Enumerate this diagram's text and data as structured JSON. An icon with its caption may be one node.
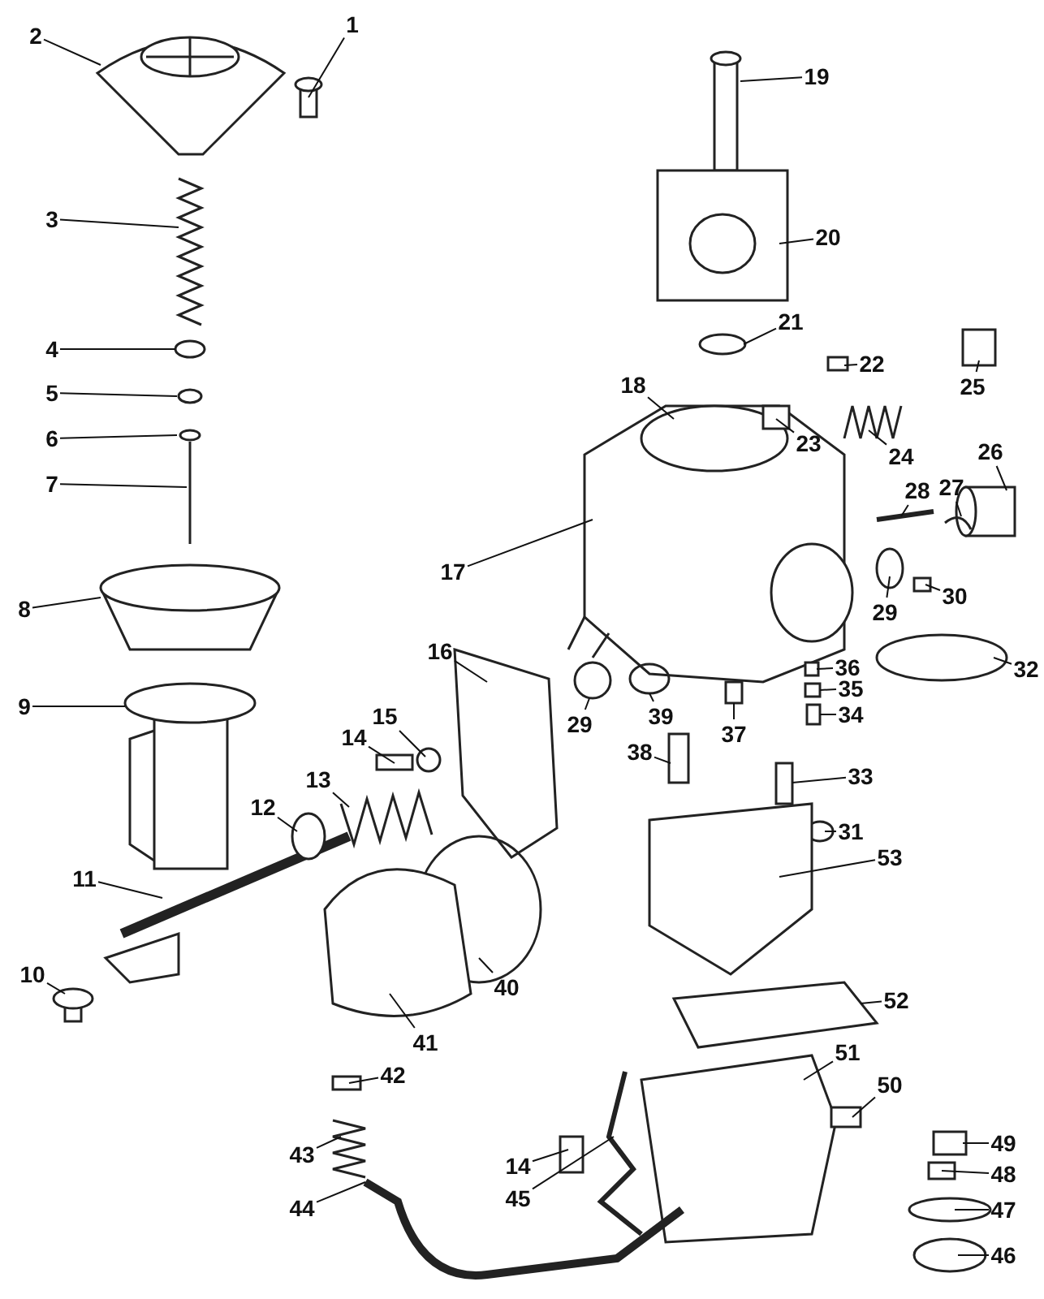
{
  "diagram": {
    "nodes": [
      {
        "text": [
          "1"
        ]
      },
      {
        "text": [
          "2"
        ]
      },
      {
        "text": [
          "3"
        ]
      },
      {
        "text": [
          "4"
        ]
      },
      {
        "text": [
          "5"
        ]
      },
      {
        "text": [
          "6"
        ]
      },
      {
        "text": [
          "7"
        ]
      },
      {
        "text": [
          "8"
        ]
      },
      {
        "text": [
          "9"
        ]
      },
      {
        "text": [
          "10"
        ]
      },
      {
        "text": [
          "11"
        ]
      },
      {
        "text": [
          "12"
        ]
      },
      {
        "text": [
          "13"
        ]
      },
      {
        "text": [
          "14"
        ]
      },
      {
        "text": [
          "14"
        ]
      },
      {
        "text": [
          "15"
        ]
      },
      {
        "text": [
          "16"
        ]
      },
      {
        "text": [
          "17"
        ]
      },
      {
        "text": [
          "18"
        ]
      },
      {
        "text": [
          "19"
        ]
      },
      {
        "text": [
          "20"
        ]
      },
      {
        "text": [
          "21"
        ]
      },
      {
        "text": [
          "22"
        ]
      },
      {
        "text": [
          "23"
        ]
      },
      {
        "text": [
          "24"
        ]
      },
      {
        "text": [
          "25"
        ]
      },
      {
        "text": [
          "26"
        ]
      },
      {
        "text": [
          "27"
        ]
      },
      {
        "text": [
          "28"
        ]
      },
      {
        "text": [
          "29"
        ]
      },
      {
        "text": [
          "29"
        ]
      },
      {
        "text": [
          "30"
        ]
      },
      {
        "text": [
          "31"
        ]
      },
      {
        "text": [
          "32"
        ]
      },
      {
        "text": [
          "33"
        ]
      },
      {
        "text": [
          "34"
        ]
      },
      {
        "text": [
          "35"
        ]
      },
      {
        "text": [
          "36"
        ]
      },
      {
        "text": [
          "37"
        ]
      },
      {
        "text": [
          "38"
        ]
      },
      {
        "text": [
          "39"
        ]
      },
      {
        "text": [
          "40"
        ]
      },
      {
        "text": [
          "41"
        ]
      },
      {
        "text": [
          "42"
        ]
      },
      {
        "text": [
          "43"
        ]
      },
      {
        "text": [
          "44"
        ]
      },
      {
        "text": [
          "45"
        ]
      },
      {
        "text": [
          "46"
        ]
      },
      {
        "text": [
          "47"
        ]
      },
      {
        "text": [
          "48"
        ]
      },
      {
        "text": [
          "49"
        ]
      },
      {
        "text": [
          "50"
        ]
      },
      {
        "text": [
          "51"
        ]
      },
      {
        "text": [
          "52"
        ]
      },
      {
        "text": [
          "53"
        ]
      }
    ],
    "edges": [
      {
        "from": 0,
        "to": null,
        "arrow": "none"
      },
      {
        "from": 1,
        "to": null,
        "arrow": "none"
      },
      {
        "from": 2,
        "to": null,
        "arrow": "none"
      },
      {
        "from": 3,
        "to": null,
        "arrow": "none"
      },
      {
        "from": 4,
        "to": null,
        "arrow": "none"
      },
      {
        "from": 5,
        "to": null,
        "arrow": "none"
      },
      {
        "from": 6,
        "to": null,
        "arrow": "none"
      },
      {
        "from": 7,
        "to": null,
        "arrow": "none"
      },
      {
        "from": 8,
        "to": null,
        "arrow": "none"
      },
      {
        "from": 9,
        "to": null,
        "arrow": "none"
      },
      {
        "from": 10,
        "to": null,
        "arrow": "none"
      },
      {
        "from": 11,
        "to": null,
        "arrow": "none"
      },
      {
        "from": 12,
        "to": null,
        "arrow": "none"
      },
      {
        "from": 13,
        "to": null,
        "arrow": "none"
      },
      {
        "from": 14,
        "to": null,
        "arrow": "none"
      },
      {
        "from": 15,
        "to": null,
        "arrow": "none"
      },
      {
        "from": 16,
        "to": null,
        "arrow": "none"
      },
      {
        "from": 17,
        "to": null,
        "arrow": "none"
      },
      {
        "from": 18,
        "to": null,
        "arrow": "none"
      },
      {
        "from": 19,
        "to": null,
        "arrow": "none"
      },
      {
        "from": 20,
        "to": null,
        "arrow": "none"
      },
      {
        "from": 21,
        "to": null,
        "arrow": "none"
      },
      {
        "from": 22,
        "to": null,
        "arrow": "none"
      },
      {
        "from": 23,
        "to": null,
        "arrow": "none"
      },
      {
        "from": 24,
        "to": null,
        "arrow": "none"
      },
      {
        "from": 25,
        "to": null,
        "arrow": "none"
      },
      {
        "from": 26,
        "to": null,
        "arrow": "none"
      },
      {
        "from": 27,
        "to": null,
        "arrow": "none"
      },
      {
        "from": 28,
        "to": null,
        "arrow": "none"
      },
      {
        "from": 29,
        "to": null,
        "arrow": "none"
      },
      {
        "from": 30,
        "to": null,
        "arrow": "none"
      },
      {
        "from": 31,
        "to": null,
        "arrow": "none"
      },
      {
        "from": 32,
        "to": null,
        "arrow": "none"
      },
      {
        "from": 33,
        "to": null,
        "arrow": "none"
      },
      {
        "from": 34,
        "to": null,
        "arrow": "none"
      },
      {
        "from": 35,
        "to": null,
        "arrow": "none"
      },
      {
        "from": 36,
        "to": null,
        "arrow": "none"
      },
      {
        "from": 37,
        "to": null,
        "arrow": "none"
      },
      {
        "from": 38,
        "to": null,
        "arrow": "none"
      },
      {
        "from": 39,
        "to": null,
        "arrow": "none"
      },
      {
        "from": 40,
        "to": null,
        "arrow": "none"
      },
      {
        "from": 41,
        "to": null,
        "arrow": "none"
      },
      {
        "from": 42,
        "to": null,
        "arrow": "none"
      },
      {
        "from": 43,
        "to": null,
        "arrow": "none"
      },
      {
        "from": 44,
        "to": null,
        "arrow": "none"
      },
      {
        "from": 45,
        "to": null,
        "arrow": "none"
      },
      {
        "from": 46,
        "to": null,
        "arrow": "none"
      },
      {
        "from": 47,
        "to": null,
        "arrow": "none"
      },
      {
        "from": 48,
        "to": null,
        "arrow": "none"
      },
      {
        "from": 49,
        "to": null,
        "arrow": "none"
      },
      {
        "from": 50,
        "to": null,
        "arrow": "none"
      },
      {
        "from": 51,
        "to": null,
        "arrow": "none"
      },
      {
        "from": 52,
        "to": null,
        "arrow": "none"
      },
      {
        "from": 53,
        "to": null,
        "arrow": "none"
      },
      {
        "from": 54,
        "to": null,
        "arrow": "none"
      }
    ]
  }
}
